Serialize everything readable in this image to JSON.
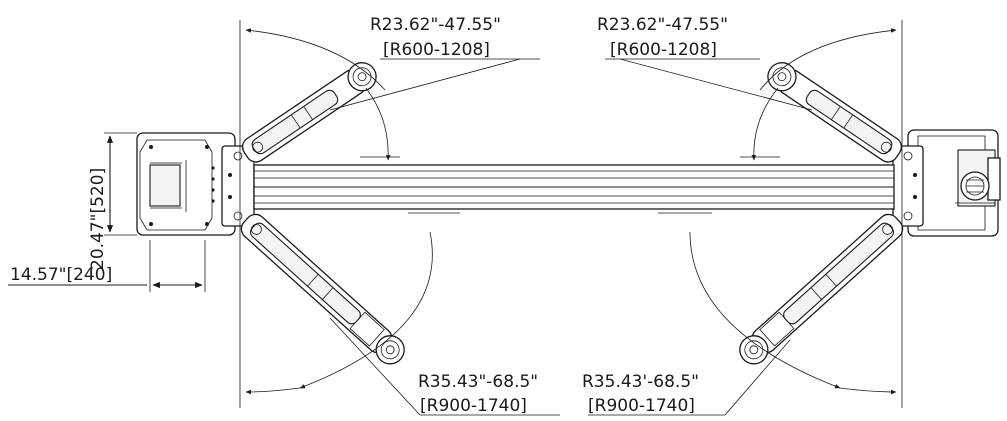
{
  "dimensions": {
    "top_left_radius": "R23.62\"-47.55\"",
    "top_left_radius_mm": "[R600-1208]",
    "top_right_radius": "R23.62\"-47.55\"",
    "top_right_radius_mm": "[R600-1208]",
    "bottom_left_radius": "R35.43\"-68.5\"",
    "bottom_left_radius_mm": "[R900-1740]",
    "bottom_right_radius": "R35.43'-68.5\"",
    "bottom_right_radius_mm": "[R900-1740]",
    "column_depth": "20.47\"[520]",
    "column_width": "14.57\"[240]"
  },
  "colors": {
    "line": "#1a1a1a",
    "background": "#ffffff"
  }
}
